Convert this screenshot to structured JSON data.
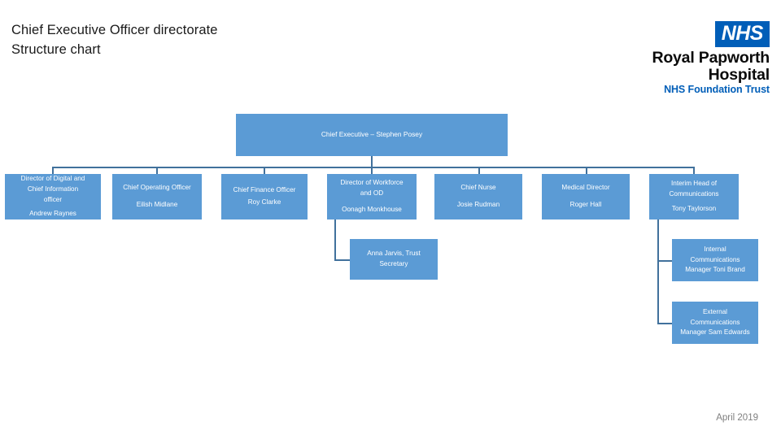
{
  "header": {
    "title_line1": "Chief Executive Officer directorate",
    "title_line2": "Structure chart"
  },
  "logo": {
    "badge": "NHS",
    "trust_name": "Royal Papworth Hospital",
    "trust_sub": "NHS Foundation Trust",
    "brand_color": "#005EB8"
  },
  "chart": {
    "node_color": "#5B9BD5",
    "connector_color": "#41719C",
    "ceo": {
      "title": "Chief Executive – Stephen Posey"
    },
    "directors": [
      {
        "id": "digital",
        "title_line1": "Director of Digital and",
        "title_line2": "Chief Information",
        "title_line3": "officer",
        "name": "Andrew Raynes"
      },
      {
        "id": "coo",
        "title_line1": "Chief Operating Officer",
        "name": "Eilish Midlane"
      },
      {
        "id": "cfo",
        "title_line1": "Chief Finance Officer",
        "name": "Roy Clarke"
      },
      {
        "id": "workforce",
        "title_line1": "Director of Workforce",
        "title_line2": "and OD",
        "name": "Oonagh Monkhouse"
      },
      {
        "id": "nurse",
        "title_line1": "Chief Nurse",
        "name": "Josie Rudman"
      },
      {
        "id": "medical",
        "title_line1": "Medical Director",
        "name": "Roger Hall"
      },
      {
        "id": "communications",
        "title_line1": "Interim Head of",
        "title_line2": "Communications",
        "name": "Tony Taylorson"
      }
    ],
    "reports": [
      {
        "id": "secretary",
        "line1": "Anna Jarvis, Trust",
        "line2": "Secretary"
      },
      {
        "id": "internal-comms",
        "line1": "Internal",
        "line2": "Communications",
        "line3": "Manager Toni Brand"
      },
      {
        "id": "external-comms",
        "line1": "External",
        "line2": "Communications",
        "line3": "Manager Sam Edwards"
      }
    ]
  },
  "footer": {
    "date": "April 2019"
  }
}
